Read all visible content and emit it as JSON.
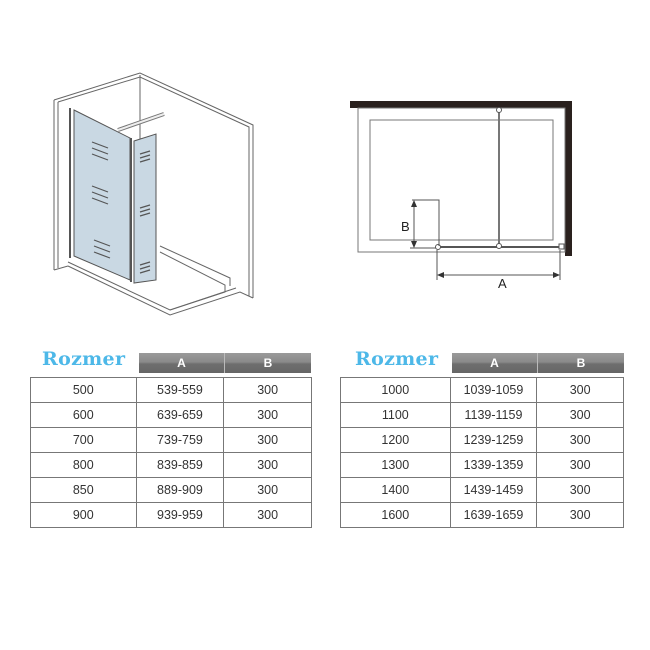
{
  "diagrams": {
    "perspective": {
      "description": "3D view of walk-in shower screen with fixed glass panel and hinged return panel, wall stabilizer bar and shower tray"
    },
    "plan": {
      "label_a": "A",
      "label_b": "B"
    }
  },
  "tables": [
    {
      "title": "Rozmer",
      "headers": [
        "",
        "A",
        "B"
      ],
      "rows": [
        [
          "500",
          "539-559",
          "300"
        ],
        [
          "600",
          "639-659",
          "300"
        ],
        [
          "700",
          "739-759",
          "300"
        ],
        [
          "800",
          "839-859",
          "300"
        ],
        [
          "850",
          "889-909",
          "300"
        ],
        [
          "900",
          "939-959",
          "300"
        ]
      ]
    },
    {
      "title": "Rozmer",
      "headers": [
        "",
        "A",
        "B"
      ],
      "rows": [
        [
          "1000",
          "1039-1059",
          "300"
        ],
        [
          "1100",
          "1139-1159",
          "300"
        ],
        [
          "1200",
          "1239-1259",
          "300"
        ],
        [
          "1300",
          "1339-1359",
          "300"
        ],
        [
          "1400",
          "1439-1459",
          "300"
        ],
        [
          "1600",
          "1639-1659",
          "300"
        ]
      ]
    }
  ],
  "colors": {
    "title": "#4db8e8",
    "header_bg": "#7a7a7a",
    "glass": "#c9d8e3",
    "wall_dark": "#2a211e"
  }
}
